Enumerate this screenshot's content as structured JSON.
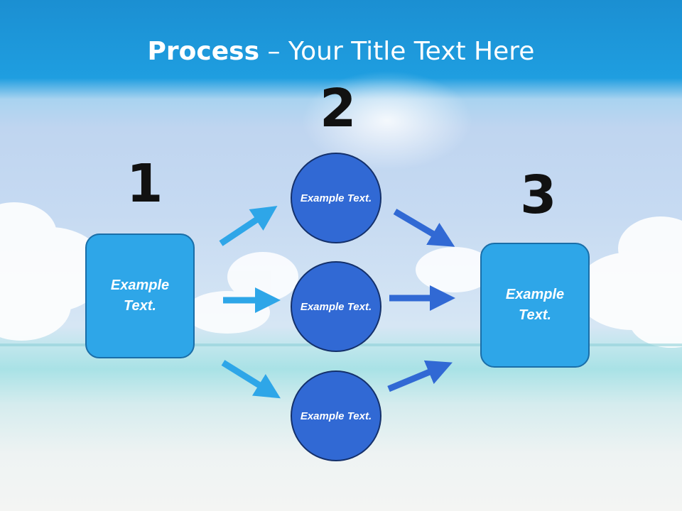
{
  "title": {
    "bold": "Process",
    "rest": " – Your Title Text Here"
  },
  "steps": [
    {
      "number": "1",
      "text": "Example Text."
    },
    {
      "number": "2",
      "text": "Example Text."
    },
    {
      "number": "3",
      "text": "Example Text."
    }
  ],
  "middle_circles": [
    {
      "text": "Example Text."
    },
    {
      "text": "Example Text."
    },
    {
      "text": "Example Text."
    }
  ],
  "colors": {
    "box_fill": "#2ea6e8",
    "circle_fill": "#3169d4",
    "arrow_light": "#2ea6e8",
    "arrow_dark": "#3169d4"
  }
}
